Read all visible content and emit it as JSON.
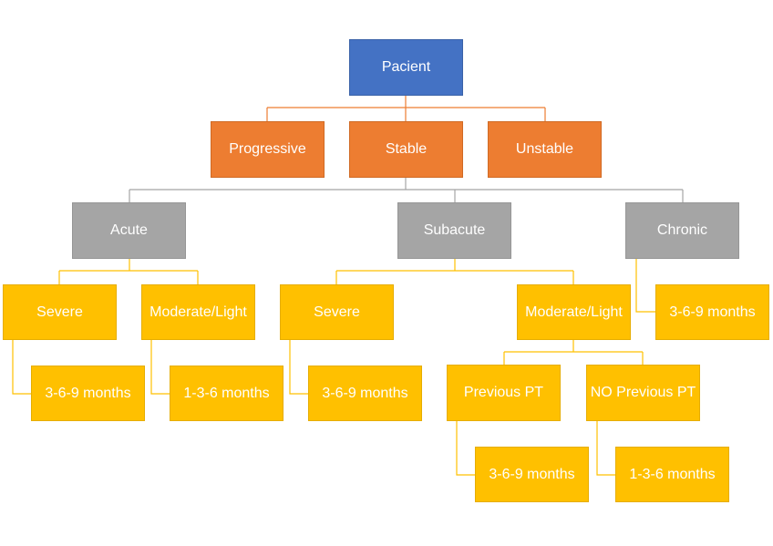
{
  "nodes": {
    "root": "Pacient",
    "progressive": "Progressive",
    "stable": "Stable",
    "unstable": "Unstable",
    "acute": "Acute",
    "subacute": "Subacute",
    "chronic": "Chronic",
    "acute_severe": "Severe",
    "acute_moderate": "Moderate/Light",
    "subacute_severe": "Severe",
    "subacute_moderate": "Moderate/Light",
    "chronic_duration": "3-6-9 months",
    "acute_severe_duration": "3-6-9 months",
    "acute_moderate_duration": "1-3-6 months",
    "subacute_severe_duration": "3-6-9 months",
    "previous_pt": "Previous PT",
    "no_previous_pt": "NO Previous PT",
    "previous_pt_duration": "3-6-9 months",
    "no_previous_pt_duration": "1-3-6 months"
  },
  "colors": {
    "level_root": "#4472c4",
    "level_stability": "#ed7d31",
    "level_phase": "#a5a5a5",
    "level_detail": "#ffc000"
  }
}
